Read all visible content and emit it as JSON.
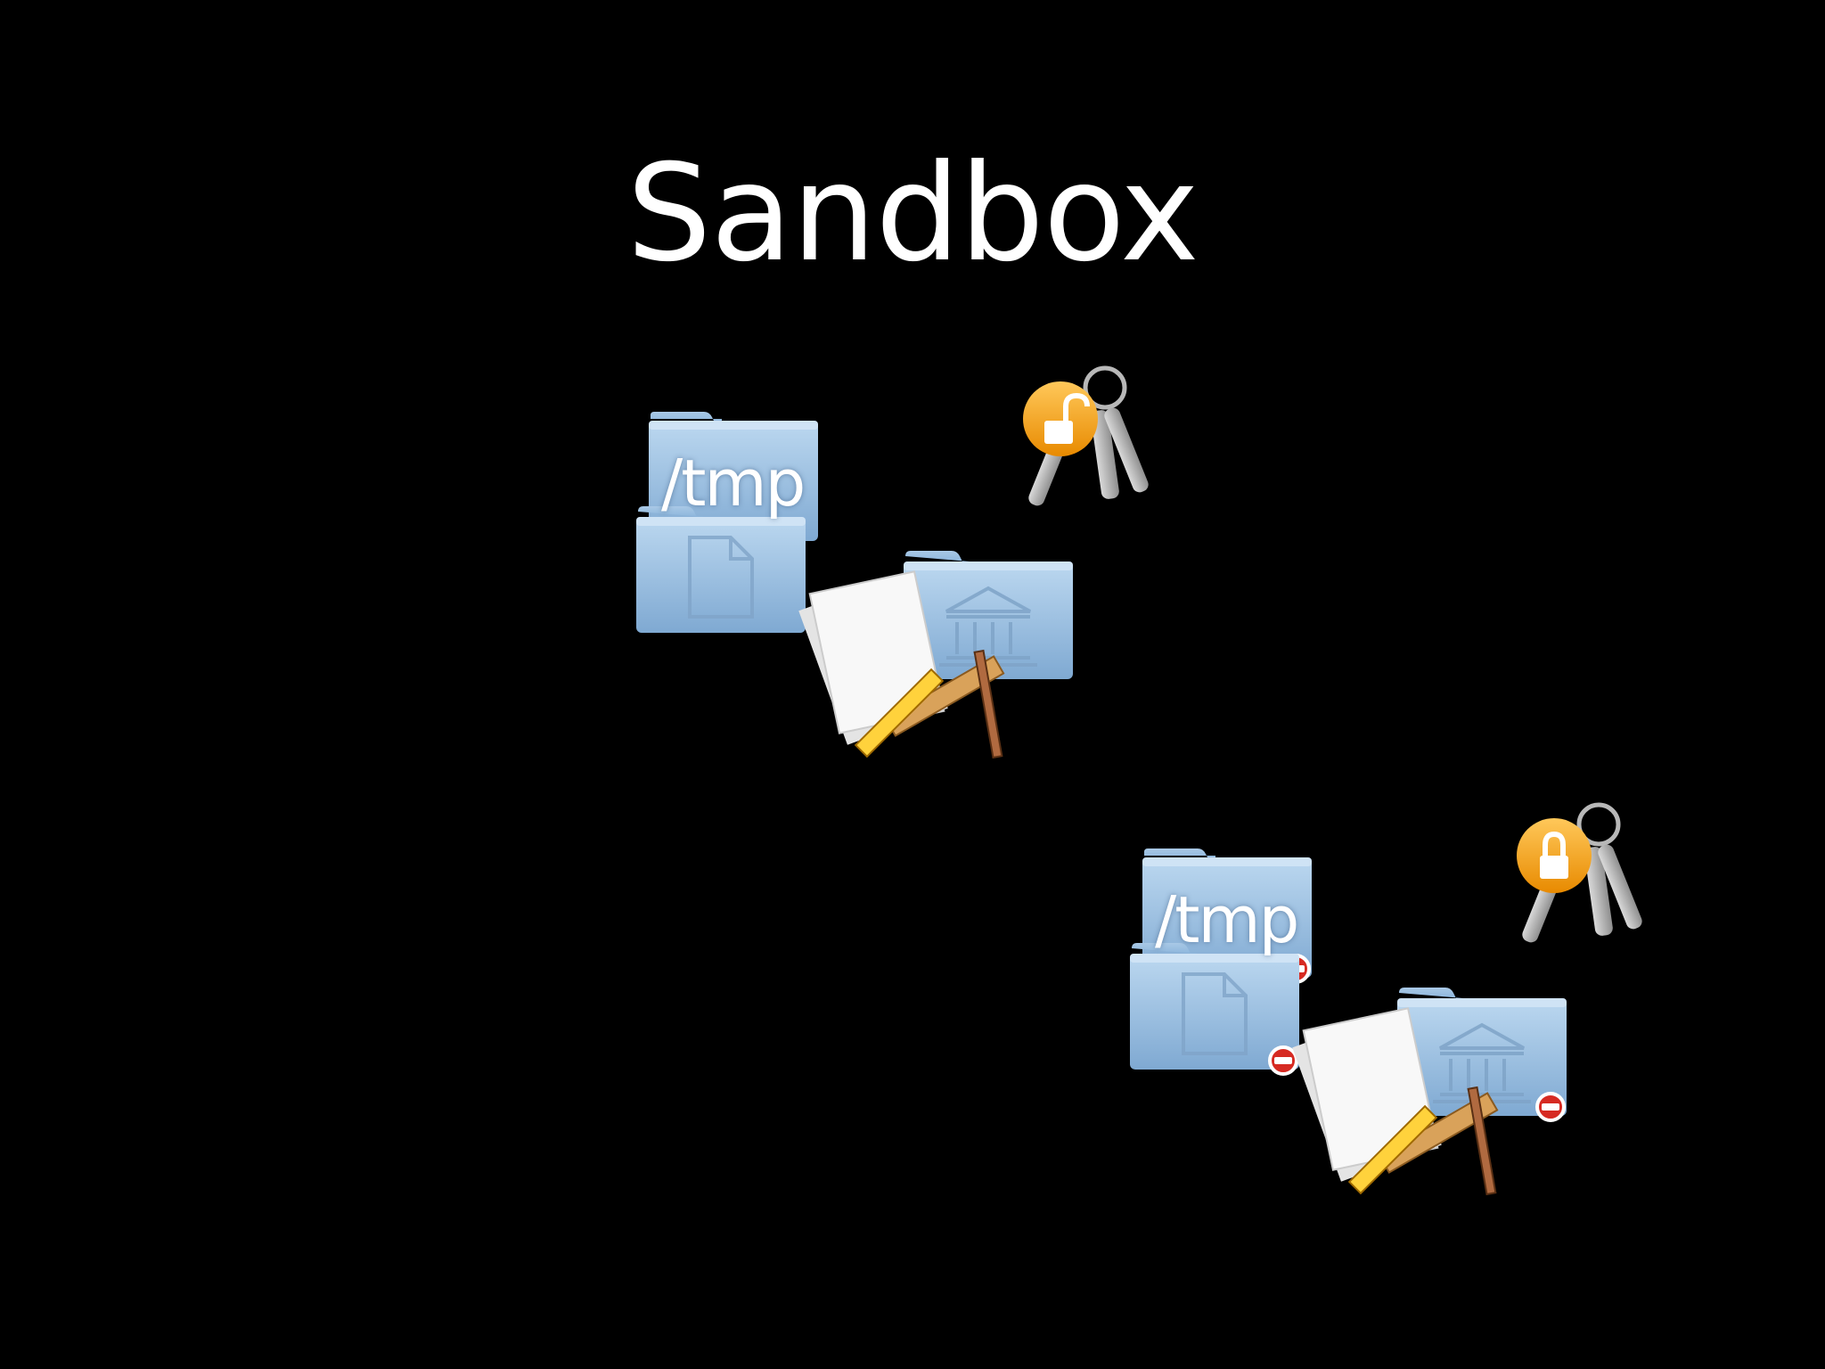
{
  "slide": {
    "title": "Sandbox",
    "background": "#000000",
    "accent": {
      "folder": "#9cc2e4",
      "lock": "#f4a21c",
      "deny_badge": "#d62a22"
    },
    "clusters": [
      {
        "id": "unrestricted",
        "tmp_label": "/tmp",
        "icons": [
          "documents-folder-icon",
          "tmp-folder-icon",
          "keychain-icon",
          "library-folder-icon",
          "text-edit-app-icon"
        ],
        "lock_state": "unlocked",
        "denied": false
      },
      {
        "id": "sandboxed",
        "tmp_label": "/tmp",
        "icons": [
          "documents-folder-icon",
          "tmp-folder-icon",
          "keychain-icon",
          "library-folder-icon",
          "text-edit-app-icon"
        ],
        "lock_state": "locked",
        "denied": true,
        "denied_badges": [
          "documents-folder-icon",
          "tmp-folder-icon",
          "library-folder-icon"
        ]
      }
    ]
  }
}
